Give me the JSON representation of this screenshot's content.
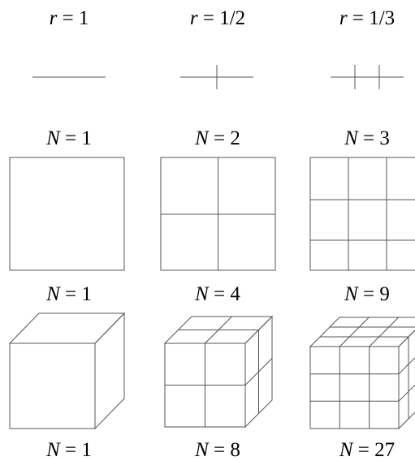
{
  "column_headers": [
    {
      "var": "r",
      "eq": " = ",
      "val": "1"
    },
    {
      "var": "r",
      "eq": " = ",
      "val": "1/2"
    },
    {
      "var": "r",
      "eq": " = ",
      "val": "1/3"
    }
  ],
  "rows": [
    {
      "shape": "line",
      "cells": [
        {
          "var": "N",
          "eq": " = ",
          "val": "1"
        },
        {
          "var": "N",
          "eq": " = ",
          "val": "2"
        },
        {
          "var": "N",
          "eq": " = ",
          "val": "3"
        }
      ]
    },
    {
      "shape": "square",
      "cells": [
        {
          "var": "N",
          "eq": " = ",
          "val": "1"
        },
        {
          "var": "N",
          "eq": " = ",
          "val": "4"
        },
        {
          "var": "N",
          "eq": " = ",
          "val": "9"
        }
      ]
    },
    {
      "shape": "cube",
      "cells": [
        {
          "var": "N",
          "eq": " = ",
          "val": "1"
        },
        {
          "var": "N",
          "eq": " = ",
          "val": "8"
        },
        {
          "var": "N",
          "eq": " = ",
          "val": "27"
        }
      ]
    }
  ]
}
